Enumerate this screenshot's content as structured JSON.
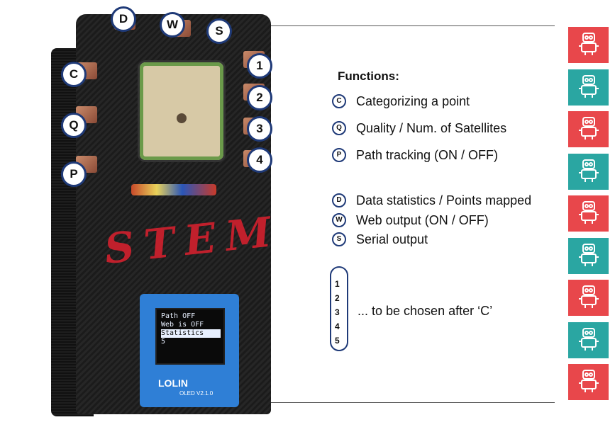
{
  "device": {
    "case_text": "STEM",
    "oled_lines": [
      "Path OFF",
      "Web is OFF",
      "Statistics",
      "5"
    ],
    "board_label": "LOLIN",
    "board_sub": "OLED  V2.1.0"
  },
  "callouts": {
    "d": "D",
    "w": "W",
    "s": "S",
    "c": "C",
    "q": "Q",
    "p": "P",
    "n1": "1",
    "n2": "2",
    "n3": "3",
    "n4": "4"
  },
  "functions": {
    "title": "Functions:",
    "items": [
      {
        "key": "C",
        "label": "Categorizing a point"
      },
      {
        "key": "Q",
        "label": "Quality / Num. of Satellites"
      },
      {
        "key": "P",
        "label": "Path tracking (ON / OFF)"
      },
      {
        "key": "D",
        "label": "Data statistics / Points mapped"
      },
      {
        "key": "W",
        "label": "Web output (ON / OFF)"
      },
      {
        "key": "S",
        "label": "Serial output"
      }
    ],
    "numbers": [
      "1",
      "2",
      "3",
      "4",
      "5"
    ],
    "numbers_note": "... to be chosen after ‘C’"
  },
  "colors": {
    "red": "#e8474b",
    "teal": "#2aa6a2",
    "navy": "#1f3a78"
  },
  "robot_tiles": [
    {
      "color": "red",
      "icon": "robot-icon"
    },
    {
      "color": "teal",
      "icon": "robot-icon"
    },
    {
      "color": "red",
      "icon": "robot-icon"
    },
    {
      "color": "teal",
      "icon": "robot-icon"
    },
    {
      "color": "red",
      "icon": "robot-icon"
    },
    {
      "color": "teal",
      "icon": "robot-icon"
    },
    {
      "color": "red",
      "icon": "robot-icon"
    },
    {
      "color": "teal",
      "icon": "robot-icon"
    },
    {
      "color": "red",
      "icon": "robot-icon"
    }
  ]
}
